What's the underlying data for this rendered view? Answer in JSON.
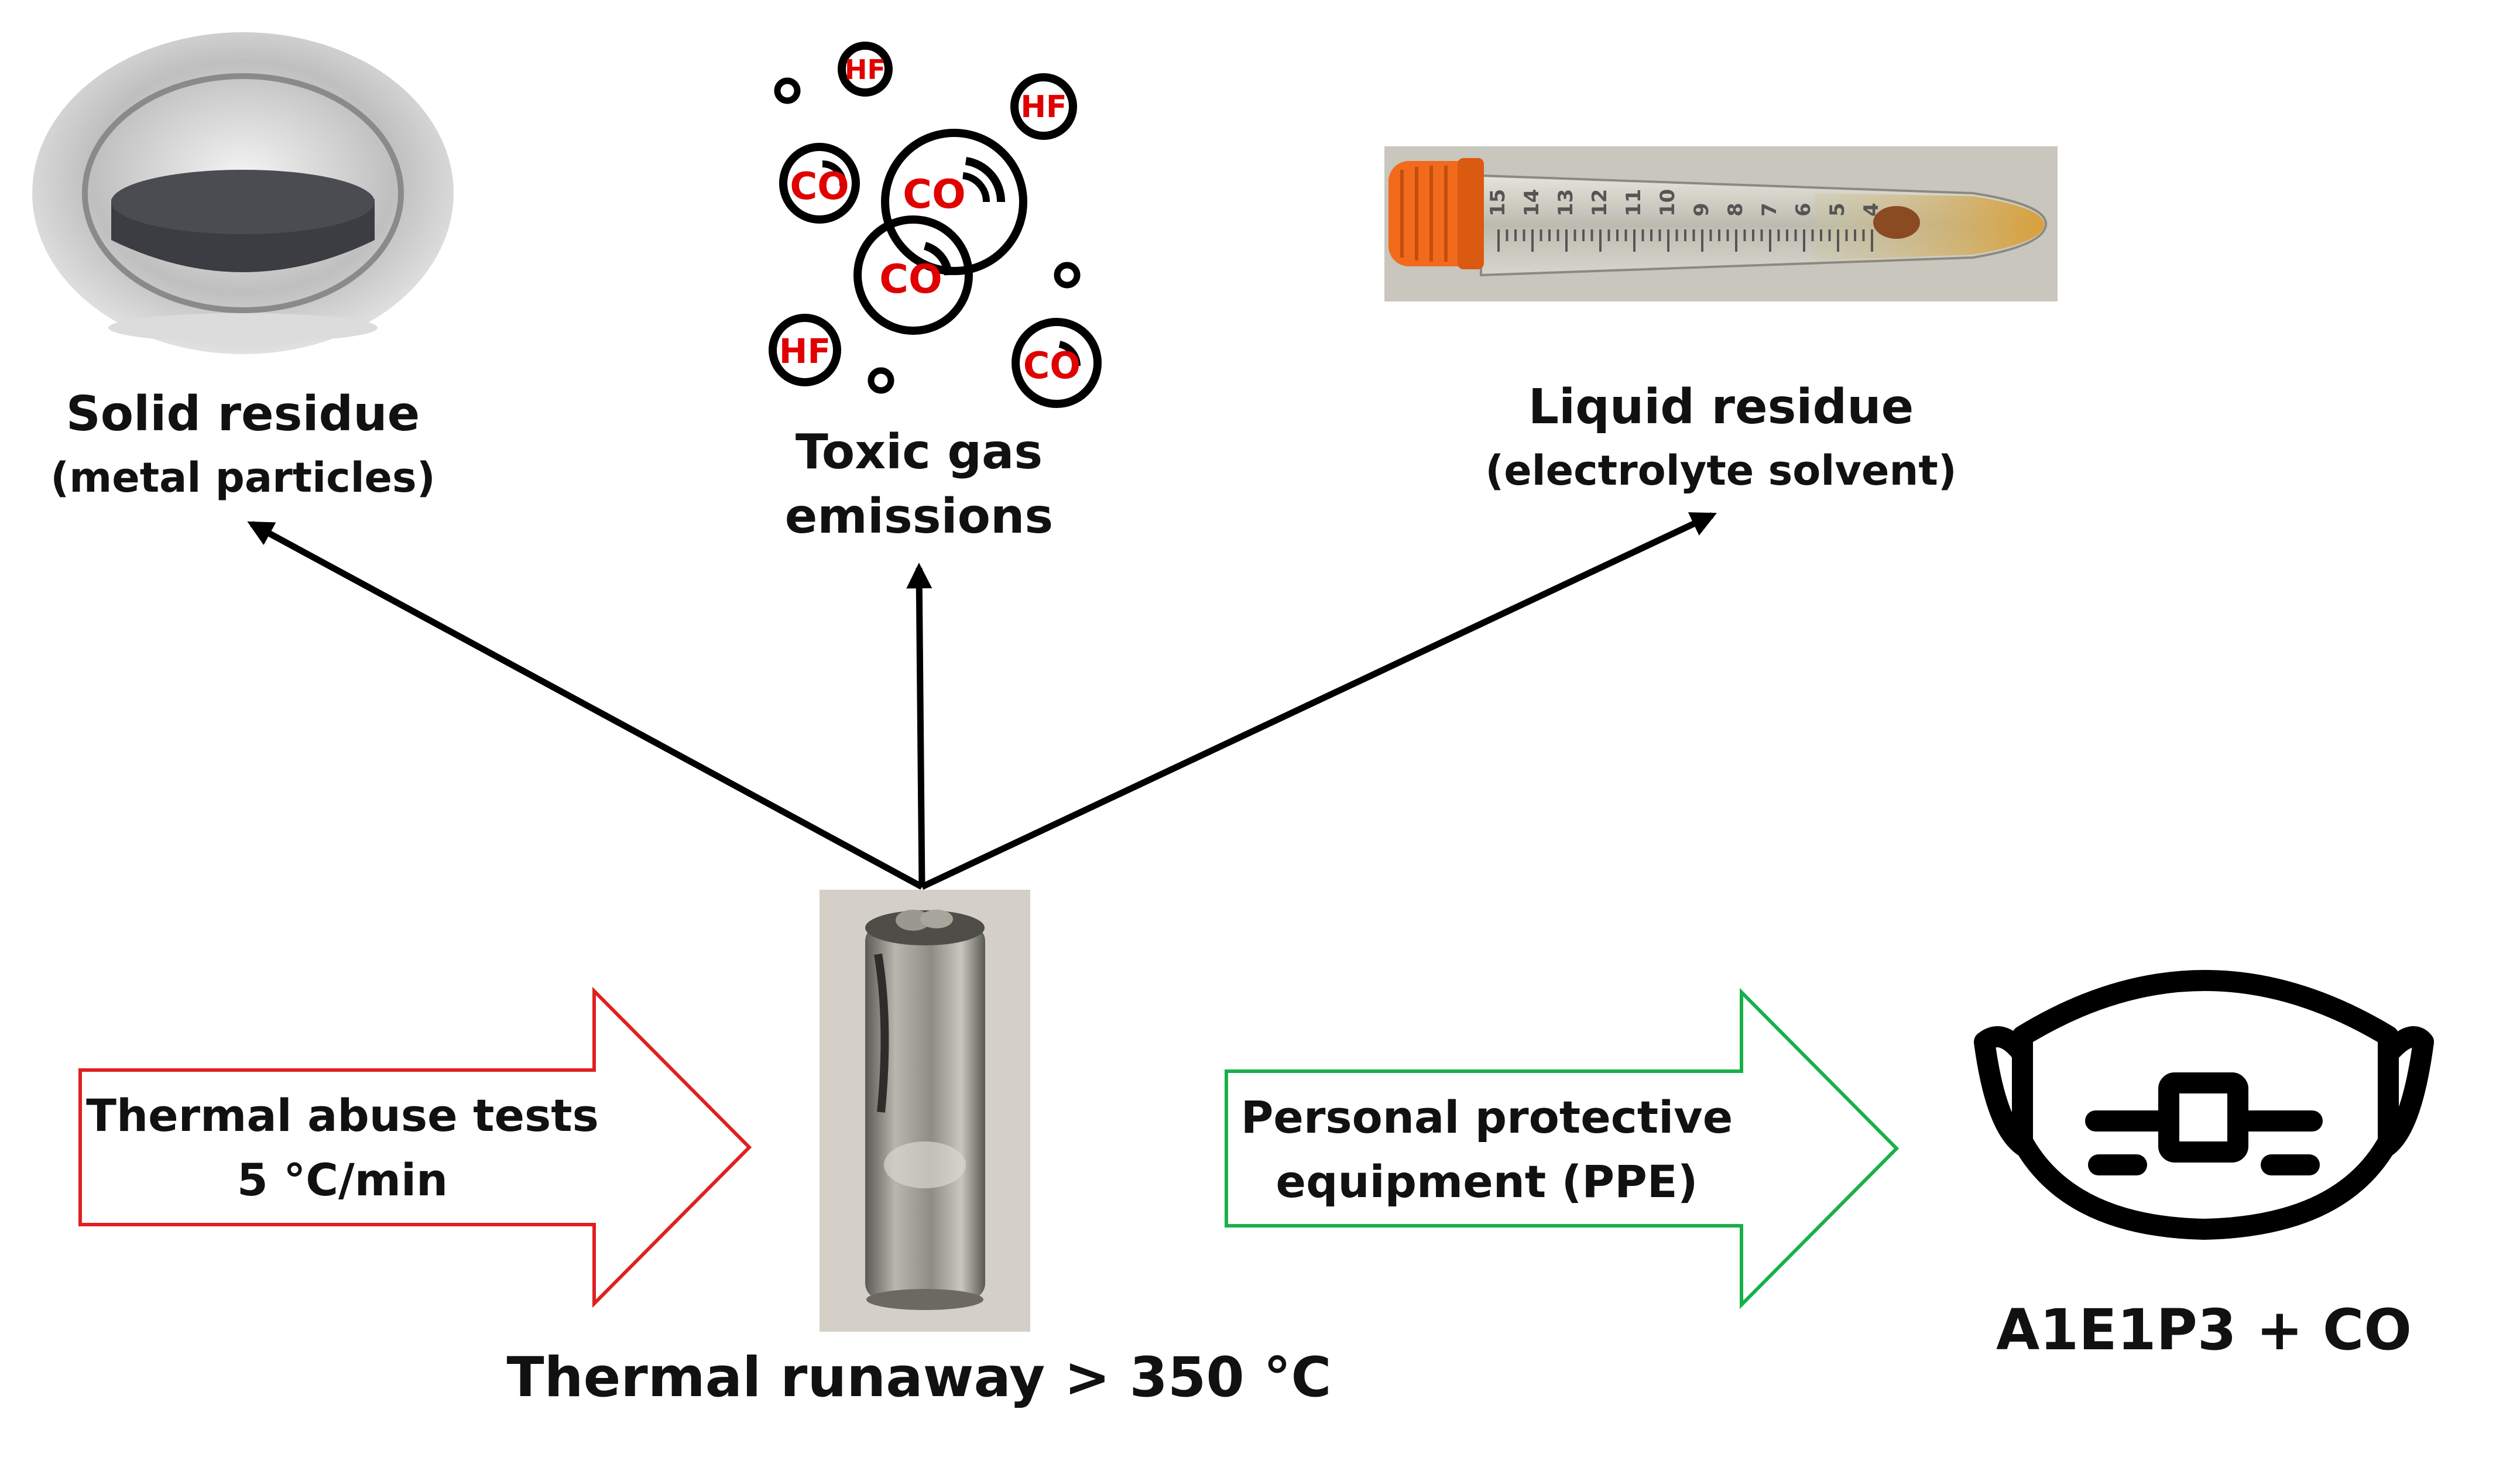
{
  "outputs": {
    "solid": {
      "title": "Solid residue",
      "subtitle": "(metal particles)"
    },
    "gas": {
      "line1": "Toxic gas",
      "line2": "emissions",
      "bubbles": [
        {
          "label": "HF"
        },
        {
          "label": "HF"
        },
        {
          "label": "CO"
        },
        {
          "label": "CO"
        },
        {
          "label": "CO"
        },
        {
          "label": "HF"
        },
        {
          "label": "CO"
        }
      ]
    },
    "liquid": {
      "title": "Liquid residue",
      "subtitle": "(electrolyte solvent)",
      "tube_marks": [
        "15",
        "14",
        "13",
        "12",
        "11",
        "10",
        "9",
        "8",
        "7",
        "6",
        "5",
        "4"
      ]
    }
  },
  "input_arrow": {
    "line1": "Thermal abuse tests",
    "line2": "5 °C/min"
  },
  "cell_caption": "Thermal runaway > 350 °C",
  "ppe_arrow": {
    "line1": "Personal protective",
    "line2": "equipment (PPE)"
  },
  "mask_caption": "A1E1P3 + CO",
  "colors": {
    "text": "#111111",
    "arrow": "#000000",
    "input_outline": "#e02020",
    "ppe_outline": "#18b04a",
    "gas_label": "#e00000",
    "cap": "#f26a1b"
  },
  "icons": [
    "petri-dish-photo",
    "gas-bubble-icon",
    "test-tube-photo",
    "battery-cell-photo",
    "respirator-mask-icon"
  ]
}
